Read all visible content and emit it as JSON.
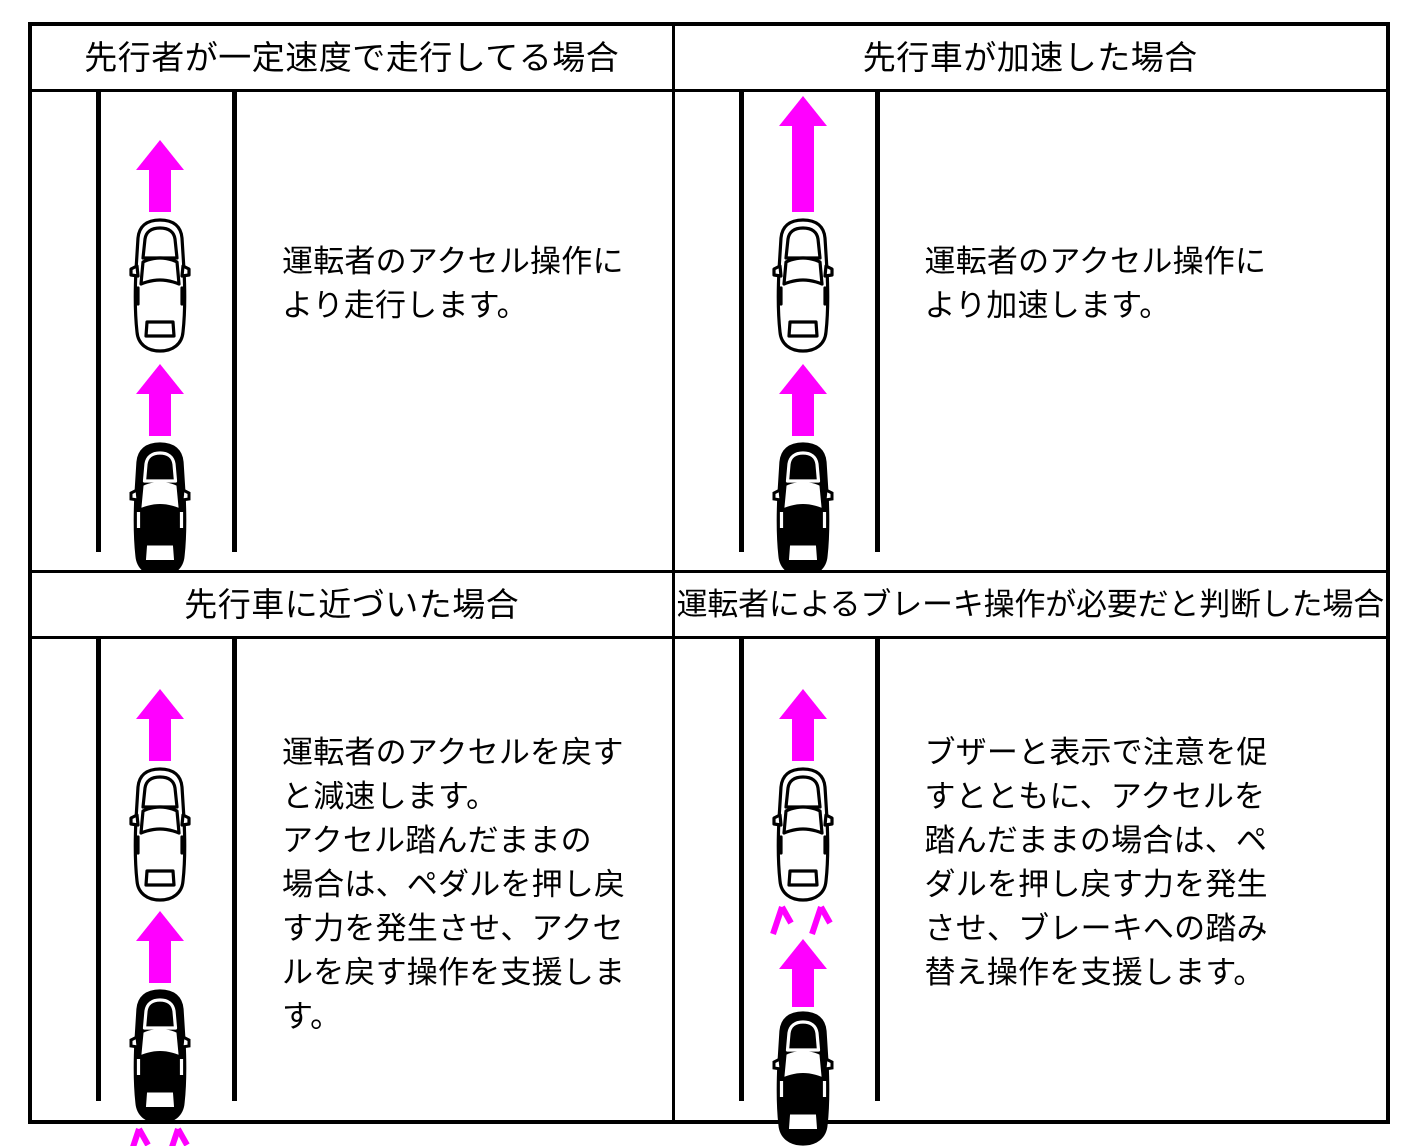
{
  "diagram": {
    "title_visible": false,
    "colors": {
      "accent_magenta": "#ff00ff",
      "line_black": "#000000",
      "background": "#ffffff",
      "lead_car_fill": "#ffffff",
      "own_car_fill": "#000000"
    },
    "cells": [
      {
        "id": "constant-speed",
        "header": "先行者が一定速度で走行してる場合",
        "caption": "運転者のアクセル操作に\nより走行します。",
        "lead_car": {
          "fill": "white",
          "arrow_length": "short",
          "brake_marks": false
        },
        "own_car": {
          "fill": "black",
          "arrow_length": "short",
          "brake_marks": false
        }
      },
      {
        "id": "lead-accelerates",
        "header": "先行車が加速した場合",
        "caption": "運転者のアクセル操作に\nより加速します。",
        "lead_car": {
          "fill": "white",
          "arrow_length": "long",
          "brake_marks": false
        },
        "own_car": {
          "fill": "black",
          "arrow_length": "short",
          "brake_marks": false
        }
      },
      {
        "id": "approaching-lead",
        "header": "先行車に近づいた場合",
        "caption": "運転者のアクセルを戻す\nと減速します。\nアクセル踏んだままの\n場合は、ペダルを押し戻\nす力を発生させ、アクセ\nルを戻す操作を支援しま\nす。",
        "lead_car": {
          "fill": "white",
          "arrow_length": "short",
          "brake_marks": false
        },
        "own_car": {
          "fill": "black",
          "arrow_length": "short",
          "brake_marks": true
        }
      },
      {
        "id": "brake-needed",
        "header": "運転者によるブレーキ操作が必要だと判断した場合",
        "caption": "ブザーと表示で注意を促\nすとともに、アクセルを\n踏んだままの場合は、ペ\nダルを押し戻す力を発生\nさせ、ブレーキへの踏み\n替え操作を支援します。",
        "lead_car": {
          "fill": "white",
          "arrow_length": "short",
          "brake_marks": true
        },
        "own_car": {
          "fill": "black",
          "arrow_length": "short",
          "brake_marks": true
        }
      }
    ]
  }
}
